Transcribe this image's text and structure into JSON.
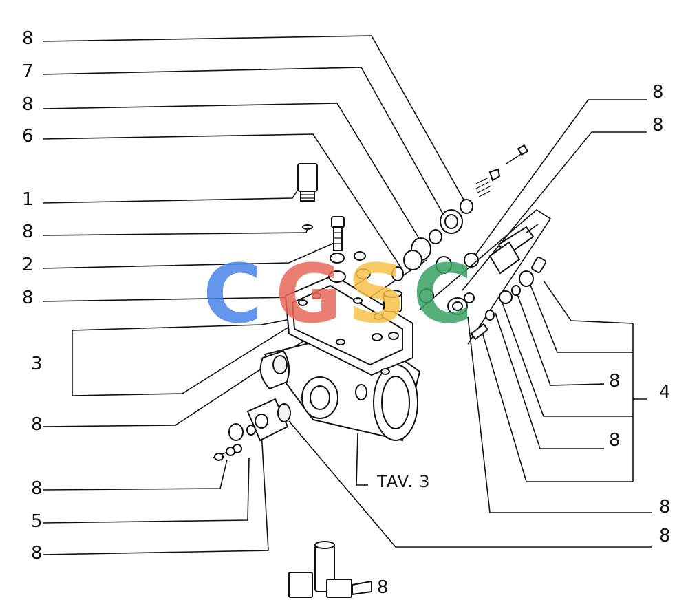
{
  "diagram": {
    "callouts_left": [
      "8",
      "7",
      "8",
      "6",
      "1",
      "8",
      "2",
      "8",
      "3",
      "8",
      "8",
      "5",
      "8"
    ],
    "callouts_right": [
      "8",
      "8",
      "8",
      "4",
      "8",
      "8",
      "8"
    ],
    "reference": "TAV. 3",
    "kit_label": "8"
  },
  "watermark": {
    "text": "CGSC",
    "colors": [
      "#4a86e8",
      "#e8685a",
      "#f6c14a",
      "#39a264"
    ]
  }
}
